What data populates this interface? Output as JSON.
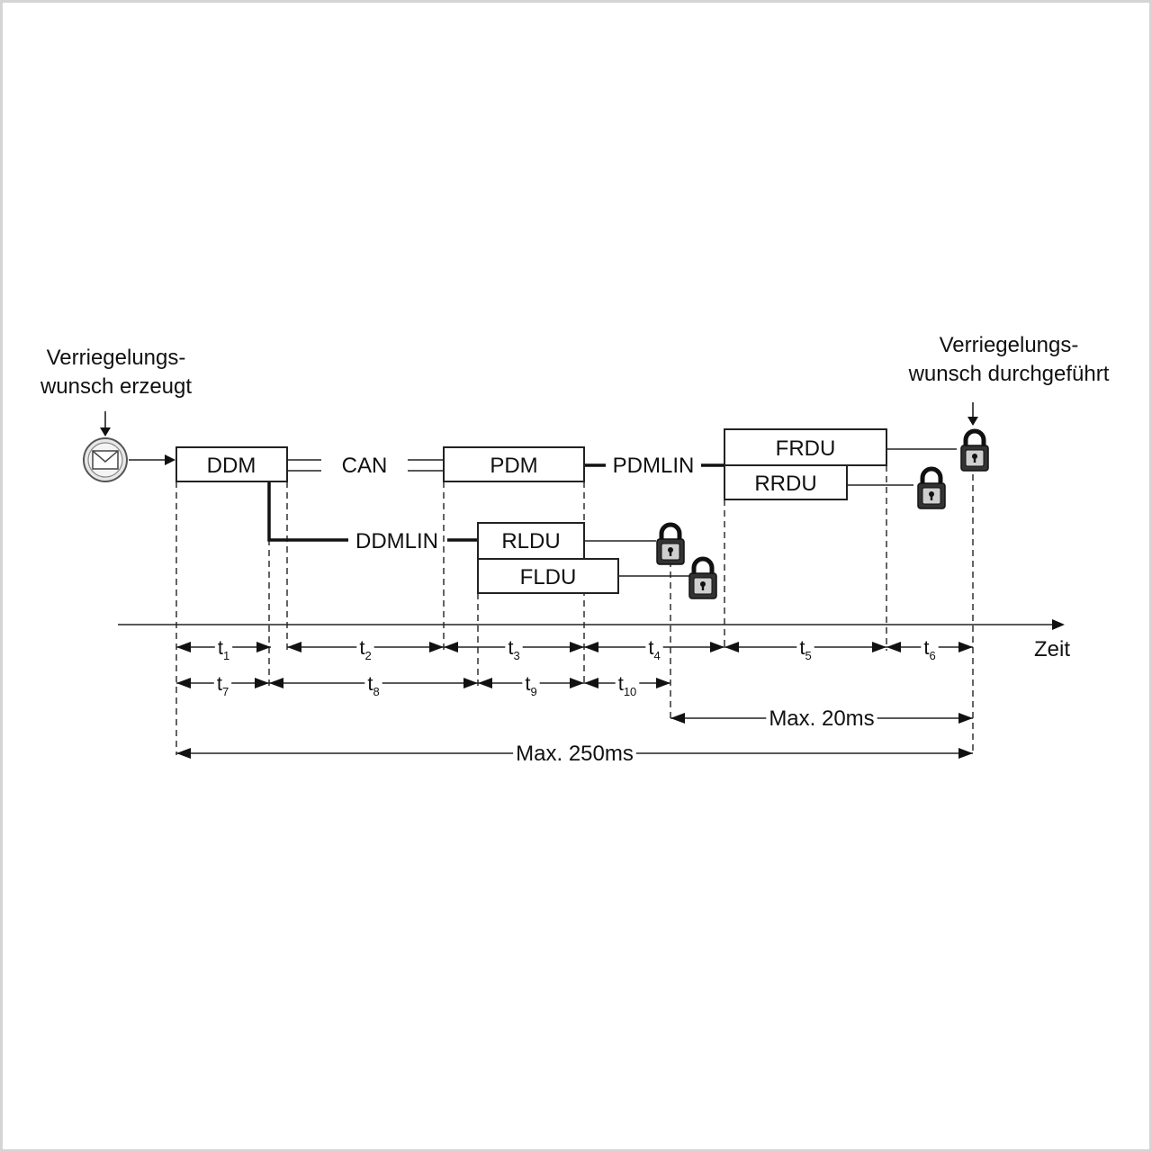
{
  "annotations": {
    "start_line1": "Verriegelungs-",
    "start_line2": "wunsch erzeugt",
    "end_line1": "Verriegelungs-",
    "end_line2": "wunsch durchgeführt"
  },
  "nodes": {
    "ddm": "DDM",
    "pdm": "PDM",
    "frdu": "FRDU",
    "rrdu": "RRDU",
    "rldu": "RLDU",
    "fldu": "FLDU"
  },
  "buses": {
    "can": "CAN",
    "pdmlin": "PDMLIN",
    "ddmlin": "DDMLIN"
  },
  "axis": {
    "label": "Zeit"
  },
  "intervals": {
    "row1": [
      {
        "base": "t",
        "sub": "1"
      },
      {
        "base": "t",
        "sub": "2"
      },
      {
        "base": "t",
        "sub": "3"
      },
      {
        "base": "t",
        "sub": "4"
      },
      {
        "base": "t",
        "sub": "5"
      },
      {
        "base": "t",
        "sub": "6"
      }
    ],
    "row2": [
      {
        "base": "t",
        "sub": "7"
      },
      {
        "base": "t",
        "sub": "8"
      },
      {
        "base": "t",
        "sub": "9"
      },
      {
        "base": "t",
        "sub": "10"
      }
    ]
  },
  "limits": {
    "max20": "Max. 20ms",
    "max250": "Max. 250ms"
  },
  "icons": {
    "start": "envelope-icon",
    "lock": "padlock-icon"
  }
}
